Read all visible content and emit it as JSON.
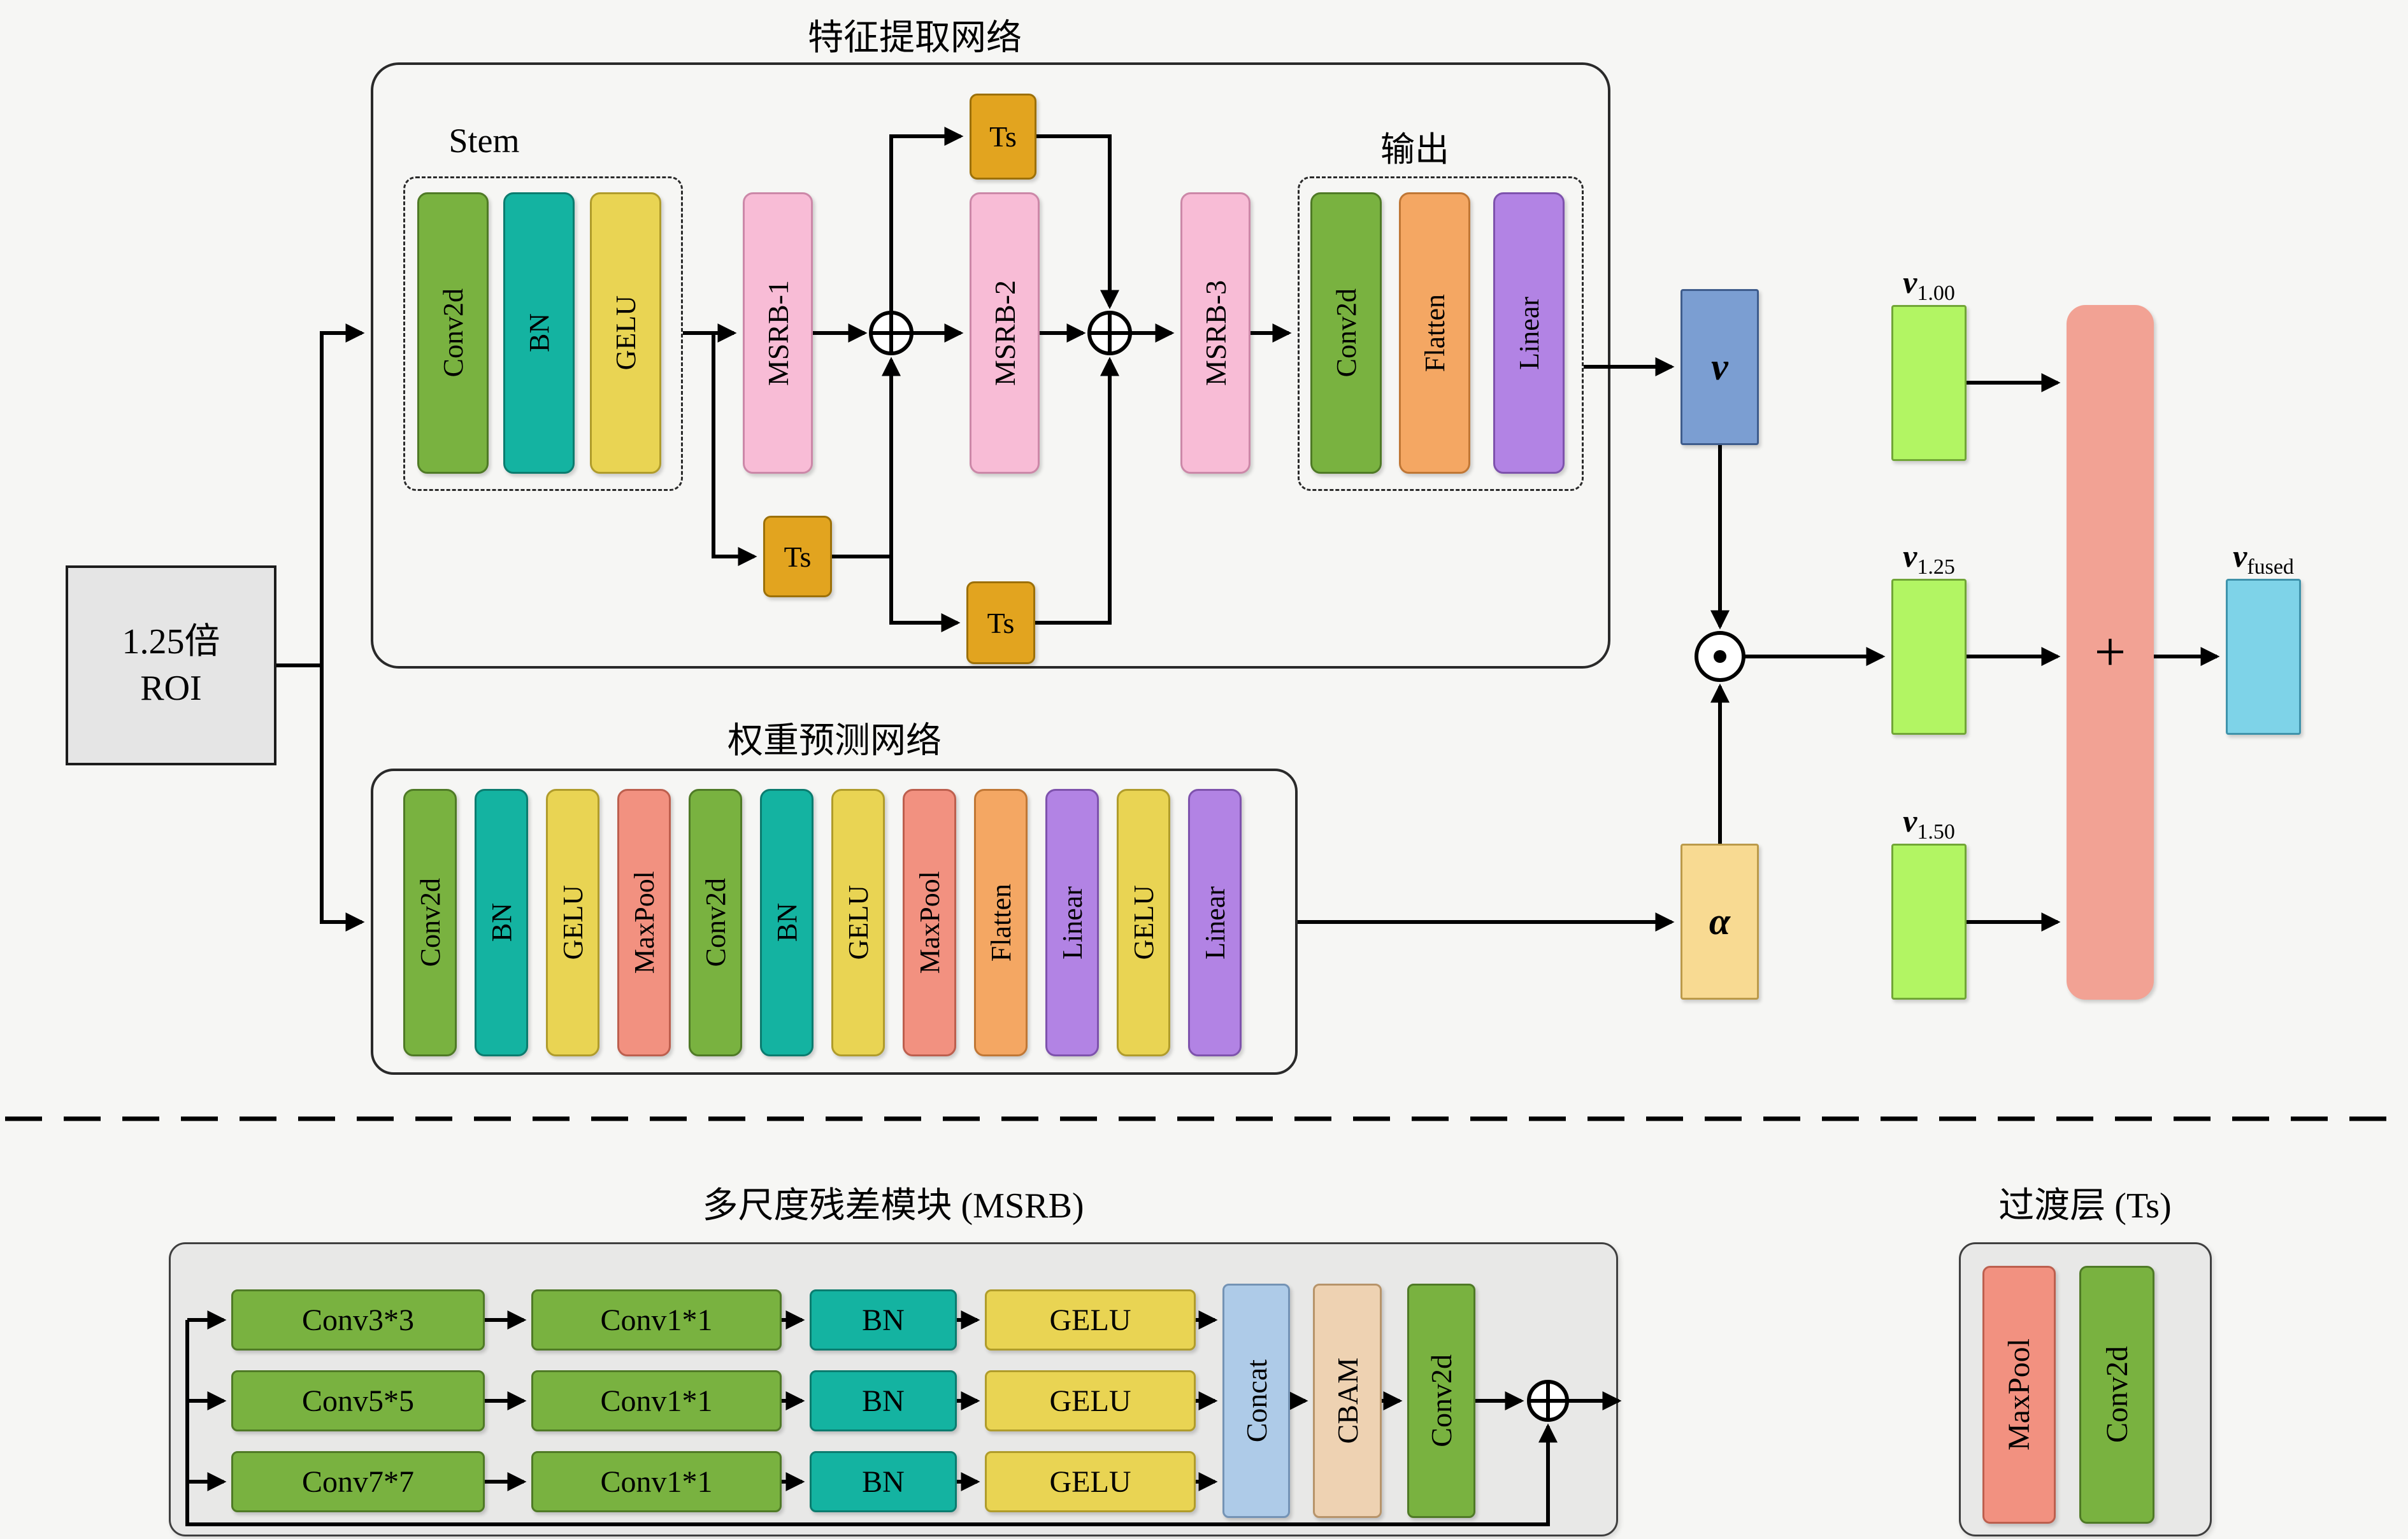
{
  "page": {
    "background": "#f6f6f4"
  },
  "colors": {
    "conv_green": "#79b240",
    "bn_teal": "#14b3a1",
    "gelu_yellow": "#e9d453",
    "msrb_pink": "#f8bcd6",
    "ts_gold": "#e2a41f",
    "maxpool_salmon": "#f29180",
    "flatten_orange": "#f4a763",
    "linear_purple": "#b283e4",
    "v_blue": "#7b9ed2",
    "vector_green": "#b2f563",
    "plus_salmon": "#f2a294",
    "fused_cyan": "#7ed3e8",
    "alpha_wheat": "#f8da92",
    "concat_blue": "#aecbe8",
    "cbam_tan": "#eed2b2",
    "module_gray": "#e8e8e7",
    "line_black": "#000000"
  },
  "input": {
    "line1": "1.25倍",
    "line2": "ROI"
  },
  "feature_network": {
    "title": "特征提取网络",
    "stem_label": "Stem",
    "stem_blocks": [
      "Conv2d",
      "BN",
      "GELU"
    ],
    "msrb1": "MSRB-1",
    "msrb2": "MSRB-2",
    "msrb3": "MSRB-3",
    "ts_top": "Ts",
    "ts_mid": "Ts",
    "ts_bottom": "Ts",
    "output_label": "输出",
    "output_blocks": [
      "Conv2d",
      "Flatten",
      "Linear"
    ],
    "v_label": "v"
  },
  "weight_network": {
    "title": "权重预测网络",
    "blocks": [
      "Conv2d",
      "BN",
      "GELU",
      "MaxPool",
      "Conv2d",
      "BN",
      "GELU",
      "MaxPool",
      "Flatten",
      "Linear",
      "GELU",
      "Linear"
    ],
    "alpha_label": "α"
  },
  "fusion": {
    "v100_base": "v",
    "v100_sub": "1.00",
    "v125_base": "v",
    "v125_sub": "1.25",
    "v150_base": "v",
    "v150_sub": "1.50",
    "plus_label": "+",
    "vfused_base": "v",
    "vfused_sub": "fused"
  },
  "msrb_module": {
    "title": "多尺度残差模块 (MSRB)",
    "rows": [
      [
        "Conv3*3",
        "Conv1*1",
        "BN",
        "GELU"
      ],
      [
        "Conv5*5",
        "Conv1*1",
        "BN",
        "GELU"
      ],
      [
        "Conv7*7",
        "Conv1*1",
        "BN",
        "GELU"
      ]
    ],
    "concat": "Concat",
    "cbam": "CBAM",
    "conv2d": "Conv2d"
  },
  "ts_module": {
    "title": "过渡层 (Ts)",
    "blocks": [
      "MaxPool",
      "Conv2d"
    ]
  }
}
